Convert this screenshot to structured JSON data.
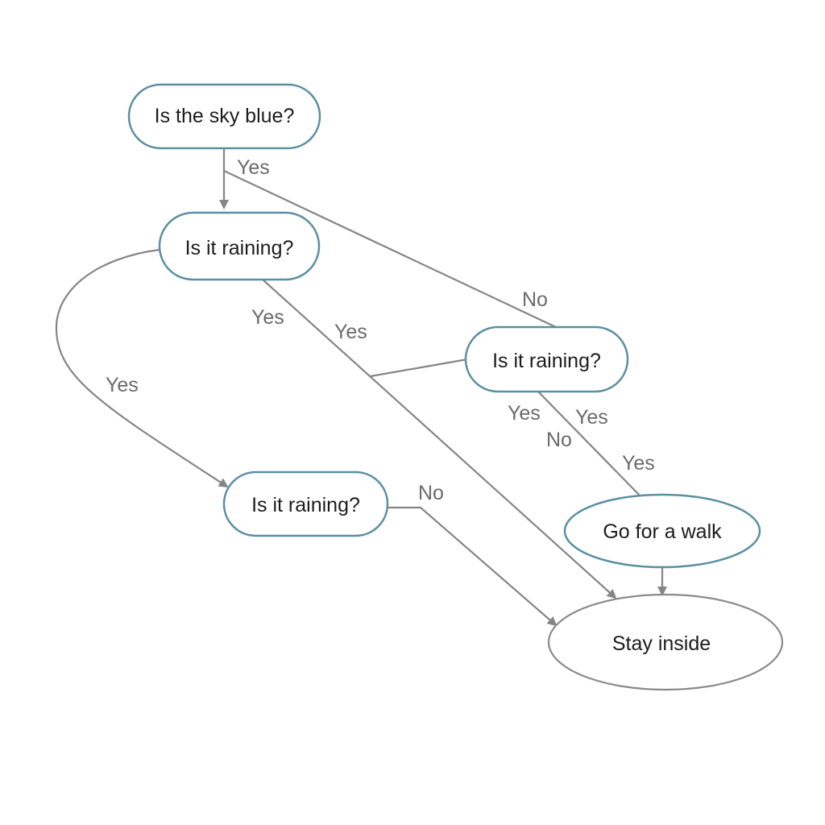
{
  "colors": {
    "node_border": "#5b8fa3",
    "terminal_border": "#8a8a8a",
    "edge": "#858585",
    "label": "#6a6a6a",
    "text": "#1c1c1c"
  },
  "nodes": {
    "sky": {
      "label": "Is the sky blue?"
    },
    "raining_1": {
      "label": "Is it raining?"
    },
    "raining_2": {
      "label": "Is it raining?"
    },
    "raining_3": {
      "label": "Is it raining?"
    },
    "walk": {
      "label": "Go for a walk"
    },
    "stay": {
      "label": "Stay inside"
    }
  },
  "edge_labels": {
    "sky_yes": "Yes",
    "sky_no": "No",
    "r1_yes_a": "Yes",
    "r1_yes_b": "Yes",
    "r1_loop_yes": "Yes",
    "r2_yes_a": "Yes",
    "r2_yes_b": "Yes",
    "r2_no": "No",
    "r2_yes_c": "Yes",
    "r3_no": "No"
  }
}
